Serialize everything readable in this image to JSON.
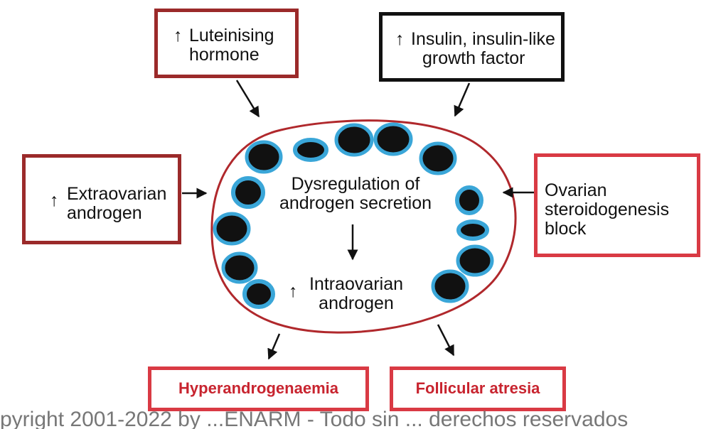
{
  "boxes": {
    "lh": {
      "arrow": "↑",
      "line1": "Luteinising",
      "line2": "hormone"
    },
    "insulin": {
      "arrow": "↑",
      "line1": "Insulin, insulin-like",
      "line2": "growth factor"
    },
    "extra": {
      "arrow": "↑",
      "line1": "Extraovarian",
      "line2": "androgen"
    },
    "block": {
      "line1": "Ovarian",
      "line2": "steroidogenesis",
      "line3": "block"
    }
  },
  "center": {
    "line1": "Dysregulation of",
    "line2": "androgen secretion",
    "arrow": "↑",
    "line3": "Intraovarian",
    "line4": "androgen"
  },
  "outcomes": {
    "hyper": "Hyperandrogenaemia",
    "atresia": "Follicular atresia"
  },
  "footer": "pyright 2001-2022 by ...ENARM - Todo sin ... derechos reservados",
  "colors": {
    "dark_red": "#9b2a2a",
    "red": "#d93a44",
    "follicle_ring": "#3aa6d8",
    "outcome_text": "#c8242f"
  }
}
